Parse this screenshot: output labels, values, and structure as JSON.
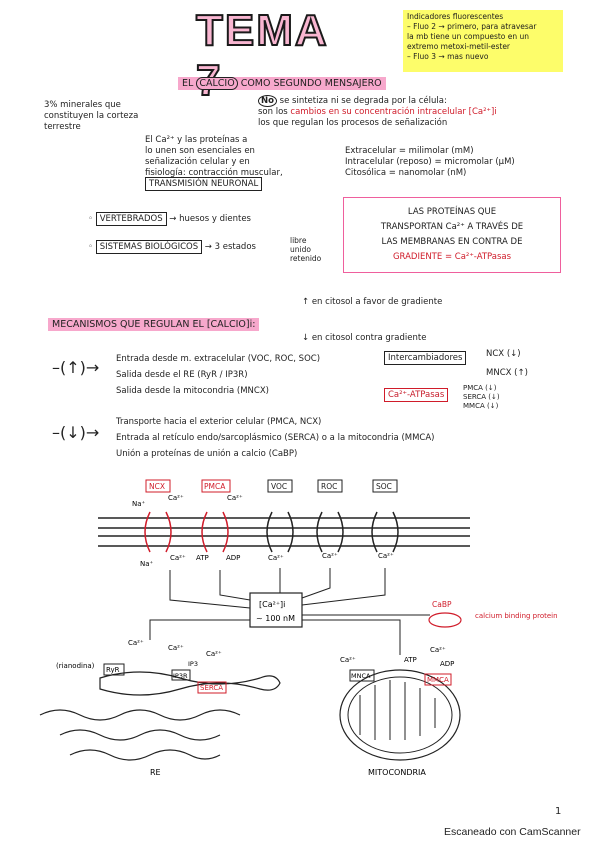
{
  "header": {
    "title": "TEMA 7",
    "yellow_note": [
      "Indicadores fluorescentes",
      "– Fluo 2 → primero, para atravesar",
      "  la mb tiene un compuesto en un",
      "  extremo metoxi-metil-ester",
      "– Fluo 3 → mas nuevo"
    ]
  },
  "section1": {
    "heading_prefix": "EL ",
    "heading_calcio": "CALCIO",
    "heading_suffix": " COMO SEGUNDO MENSAJERO",
    "minerals": "3% minerales que constituyen la corteza terrestre",
    "no_badge": "No",
    "no_line1": "se sintetiza ni se degrada por la célula:",
    "no_line2_a": "son los ",
    "no_line2_b": "cambios en su concentración intracelular [Ca²⁺]i",
    "no_line3": "los que regulan los procesos de señalización",
    "ca_prot_1": "El Ca²⁺ y las proteínas a",
    "ca_prot_2": "lo unen son esenciales en",
    "ca_prot_3": "señalización celular y en",
    "ca_prot_4": "fisiología: contracción muscular,",
    "transmission": "TRANSMISIÓN NEURONAL",
    "conc_1": "Extracelular = milimolar (mM)",
    "conc_2": "Intracelular (reposo) = micromolar (μM)",
    "conc_3": "Citosólica = nanomolar (nM)",
    "vertebrados": "VERTEBRADOS",
    "huesos": "huesos",
    "dientes": "y dientes",
    "sistemas": "SISTEMAS BIOLÓGICOS",
    "estados": "3 estados",
    "estados_list": [
      "libre",
      "unido",
      "retenido"
    ],
    "pink_card": [
      "LAS PROTEÍNAS QUE",
      "TRANSPORTAN Ca²⁺ A TRAVÉS DE",
      "LAS MEMBRANAS EN CONTRA DE",
      "GRADIENTE = Ca²⁺-ATPasas"
    ]
  },
  "section2": {
    "heading_prefix": "MECANISMOS QUE REGULAN EL [",
    "heading_calcio": "CALCIO",
    "heading_suffix": "]i:",
    "up_favor": "↑ en citosol a favor de gradiente",
    "down_contra": "↓ en citosol contra gradiente",
    "up_items": [
      "Entrada desde m. extracelular (VOC, ROC, SOC)",
      "Salida desde el RE (RyR / IP3R)",
      "Salida desde la mitocondria (MNCX)"
    ],
    "down_items": [
      "Transporte hacia el exterior celular (PMCA, NCX)",
      "Entrada al retículo endo/sarcoplásmico (SERCA) o a la mitocondria (MMCA)",
      "Unión a proteínas de unión a calcio (CaBP)"
    ],
    "intercambiadores": "Intercambiadores",
    "ncx": "NCX (↓)",
    "mncx": "MNCX (↑)",
    "atpasas": "Ca²⁺-ATPasas",
    "atp_list": [
      "PMCA (↓)",
      "SERCA (↓)",
      "MMCA (↓)"
    ]
  },
  "diagram": {
    "channels": [
      "NCX",
      "PMCA",
      "VOC",
      "ROC",
      "SOC"
    ],
    "ion_labels": {
      "na": "Na⁺",
      "ca": "Ca²⁺",
      "atp": "ATP",
      "adp": "ADP"
    },
    "center_box_1": "[Ca²⁺]i",
    "center_box_2": "~ 100 nM",
    "cabp": "CaBP",
    "cabp_desc": "calcium binding protein",
    "rianodina": "(rianodina)",
    "ryr": "RyR",
    "ip3r": "IP3R",
    "ip3": "IP3",
    "serca": "SERCA",
    "mnca": "MNCA",
    "mmca": "MMCA",
    "re": "RE",
    "mito": "MITOCONDRIA"
  },
  "footer": {
    "page": "1",
    "scanner": "Escaneado con CamScanner"
  },
  "colors": {
    "title_fill": "#f9b6d1",
    "highlight_pink": "#f7a8cc",
    "yellow_note": "#fdfd6a",
    "red_ink": "#d01c2a",
    "card_border": "#ef5f9d"
  }
}
